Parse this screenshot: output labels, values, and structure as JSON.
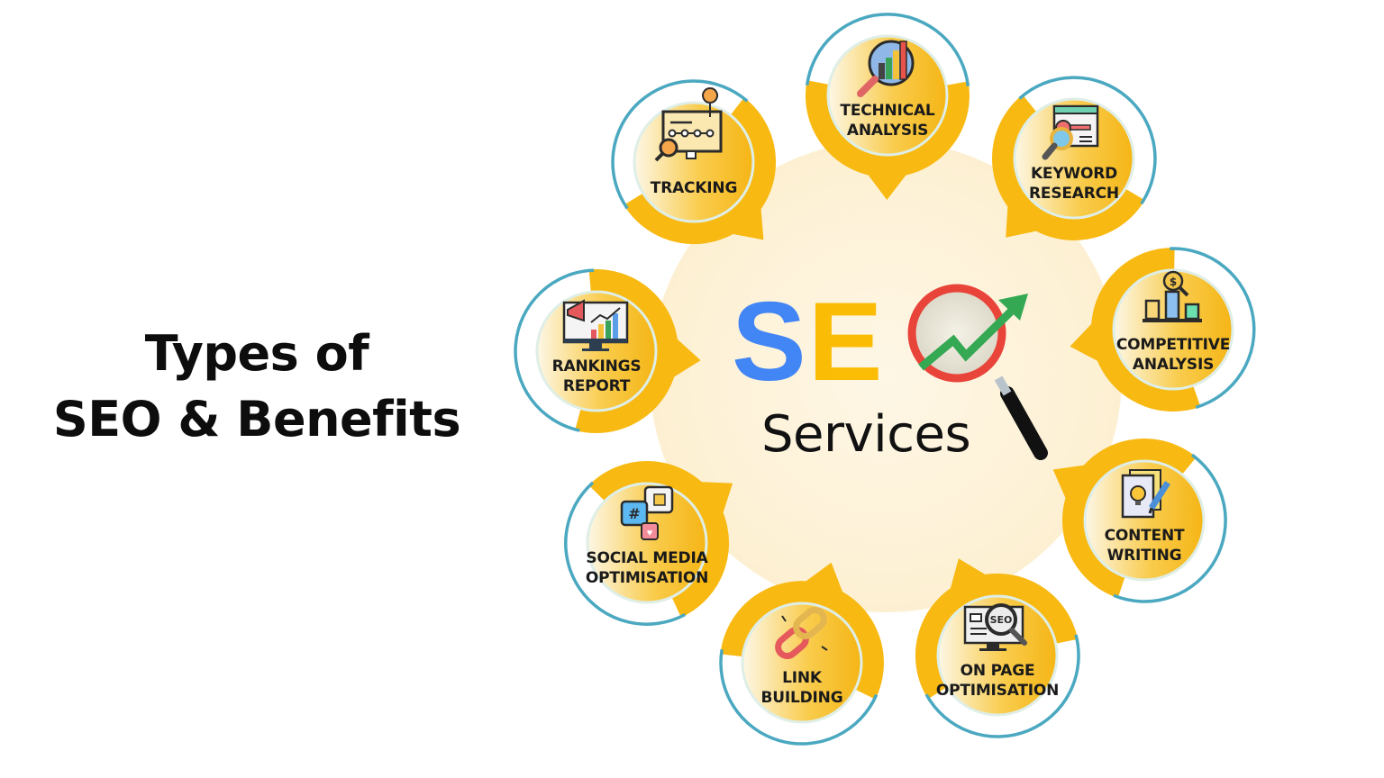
{
  "heading": {
    "line1": "Types of",
    "line2": "SEO & Benefits"
  },
  "center": {
    "letters": [
      "S",
      "E",
      "O"
    ],
    "subtitle": "Services",
    "colors": {
      "s": "#4285f4",
      "e": "#fbbc05",
      "o_ring": "#ea4335",
      "arrow": "#34a853",
      "handle": "#111111",
      "disc_fill": "#fdf3dc"
    }
  },
  "colors": {
    "ring_yellow": "#f8b912",
    "teal_arc": "#4aa8c0",
    "inner_gradient_start": "#fdf6e3",
    "inner_gradient_end": "#f6b817",
    "text": "#1a1a1a"
  },
  "services": [
    {
      "id": "technical-analysis",
      "line1": "TECHNICAL",
      "line2": "ANALYSIS",
      "icon": "magnifier-bar-chart-icon"
    },
    {
      "id": "keyword-research",
      "line1": "KEYWORD",
      "line2": "RESEARCH",
      "icon": "key-magnifier-browser-icon"
    },
    {
      "id": "competitive-analysis",
      "line1": "COMPETITIVE",
      "line2": "ANALYSIS",
      "icon": "dollar-bar-chart-icon"
    },
    {
      "id": "content-writing",
      "line1": "CONTENT",
      "line2": "WRITING",
      "icon": "document-lightbulb-pencil-icon"
    },
    {
      "id": "on-page-optimisation",
      "line1": "ON PAGE",
      "line2": "OPTIMISATION",
      "icon": "seo-monitor-magnifier-icon"
    },
    {
      "id": "link-building",
      "line1": "LINK",
      "line2": "BUILDING",
      "icon": "chain-link-icon"
    },
    {
      "id": "social-media-optimisation",
      "line1": "SOCIAL MEDIA",
      "line2": "OPTIMISATION",
      "icon": "social-bubbles-icon"
    },
    {
      "id": "rankings-report",
      "line1": "RANKINGS",
      "line2": "REPORT",
      "icon": "megaphone-monitor-chart-icon"
    },
    {
      "id": "tracking",
      "line1": "TRACKING",
      "line2": "",
      "icon": "tracking-monitor-pin-icon"
    }
  ]
}
